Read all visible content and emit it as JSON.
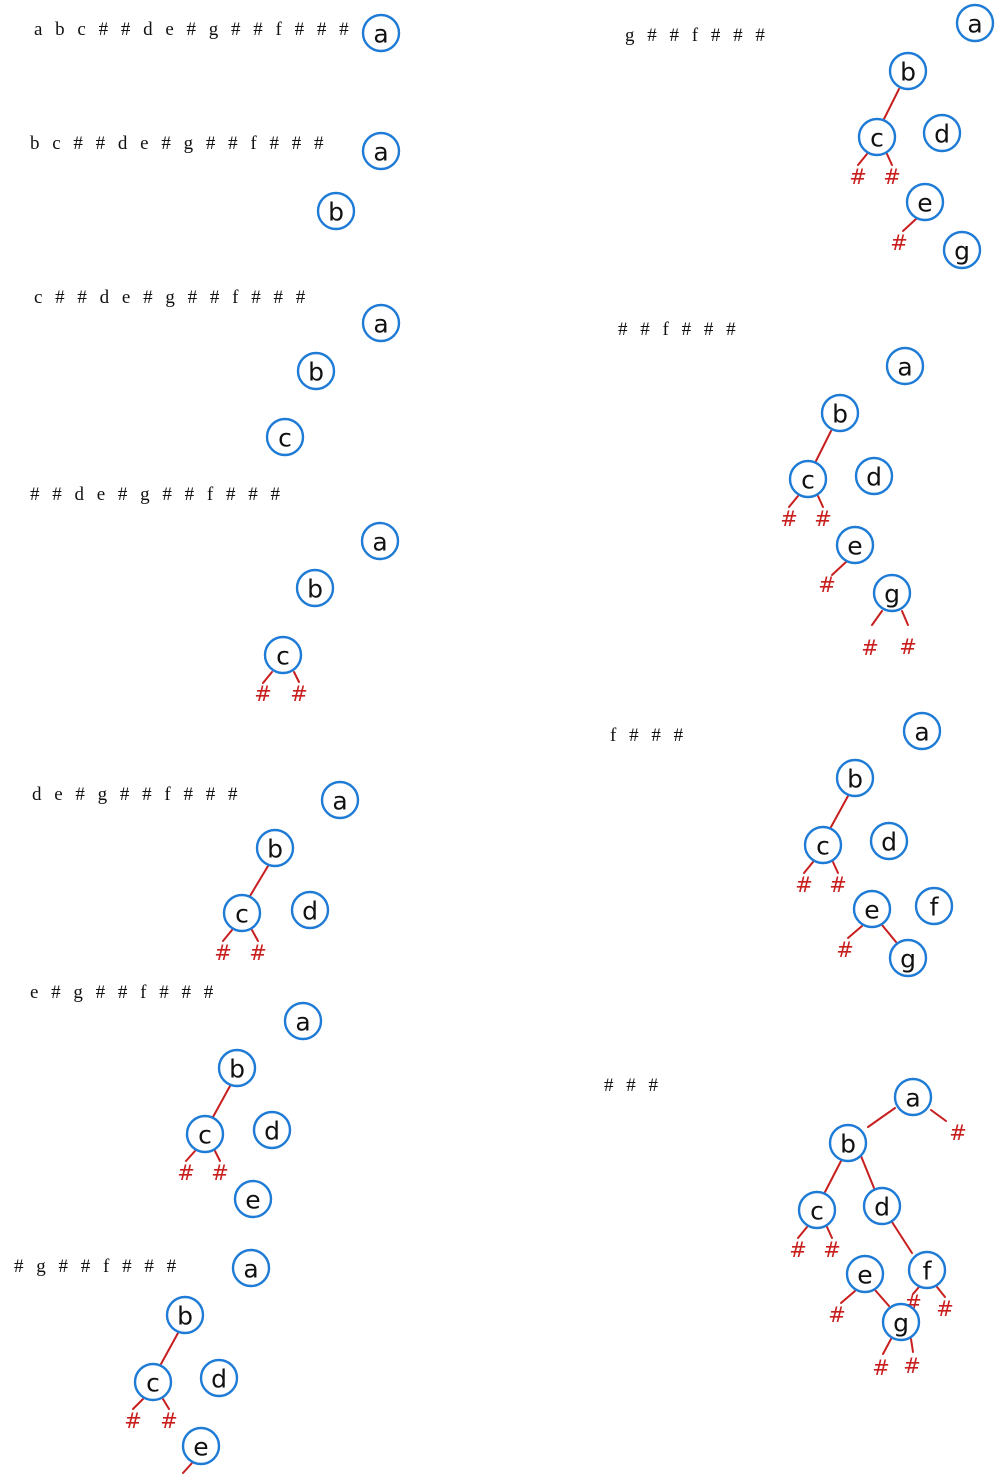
{
  "colors": {
    "node_stroke": "#1e7bd6",
    "edge": "#c81e1e",
    "null_marker": "#c81e1e",
    "text": "#111111"
  },
  "null_symbol": "#",
  "steps": [
    {
      "remaining": "a b c # # d e # g # # f # # #"
    },
    {
      "remaining": "b c # # d e # g # # f # # #"
    },
    {
      "remaining": "c # # d e # g # # f # # #"
    },
    {
      "remaining": "# # d e # g # # f # # #"
    },
    {
      "remaining": "d e # g # # f # # #"
    },
    {
      "remaining": "e # g # # f # # #"
    },
    {
      "remaining": "# g # # f # # #"
    },
    {
      "remaining": "g # # f # # #"
    },
    {
      "remaining": "# # f # # #"
    },
    {
      "remaining": "f # # #"
    },
    {
      "remaining": "# # #"
    }
  ]
}
